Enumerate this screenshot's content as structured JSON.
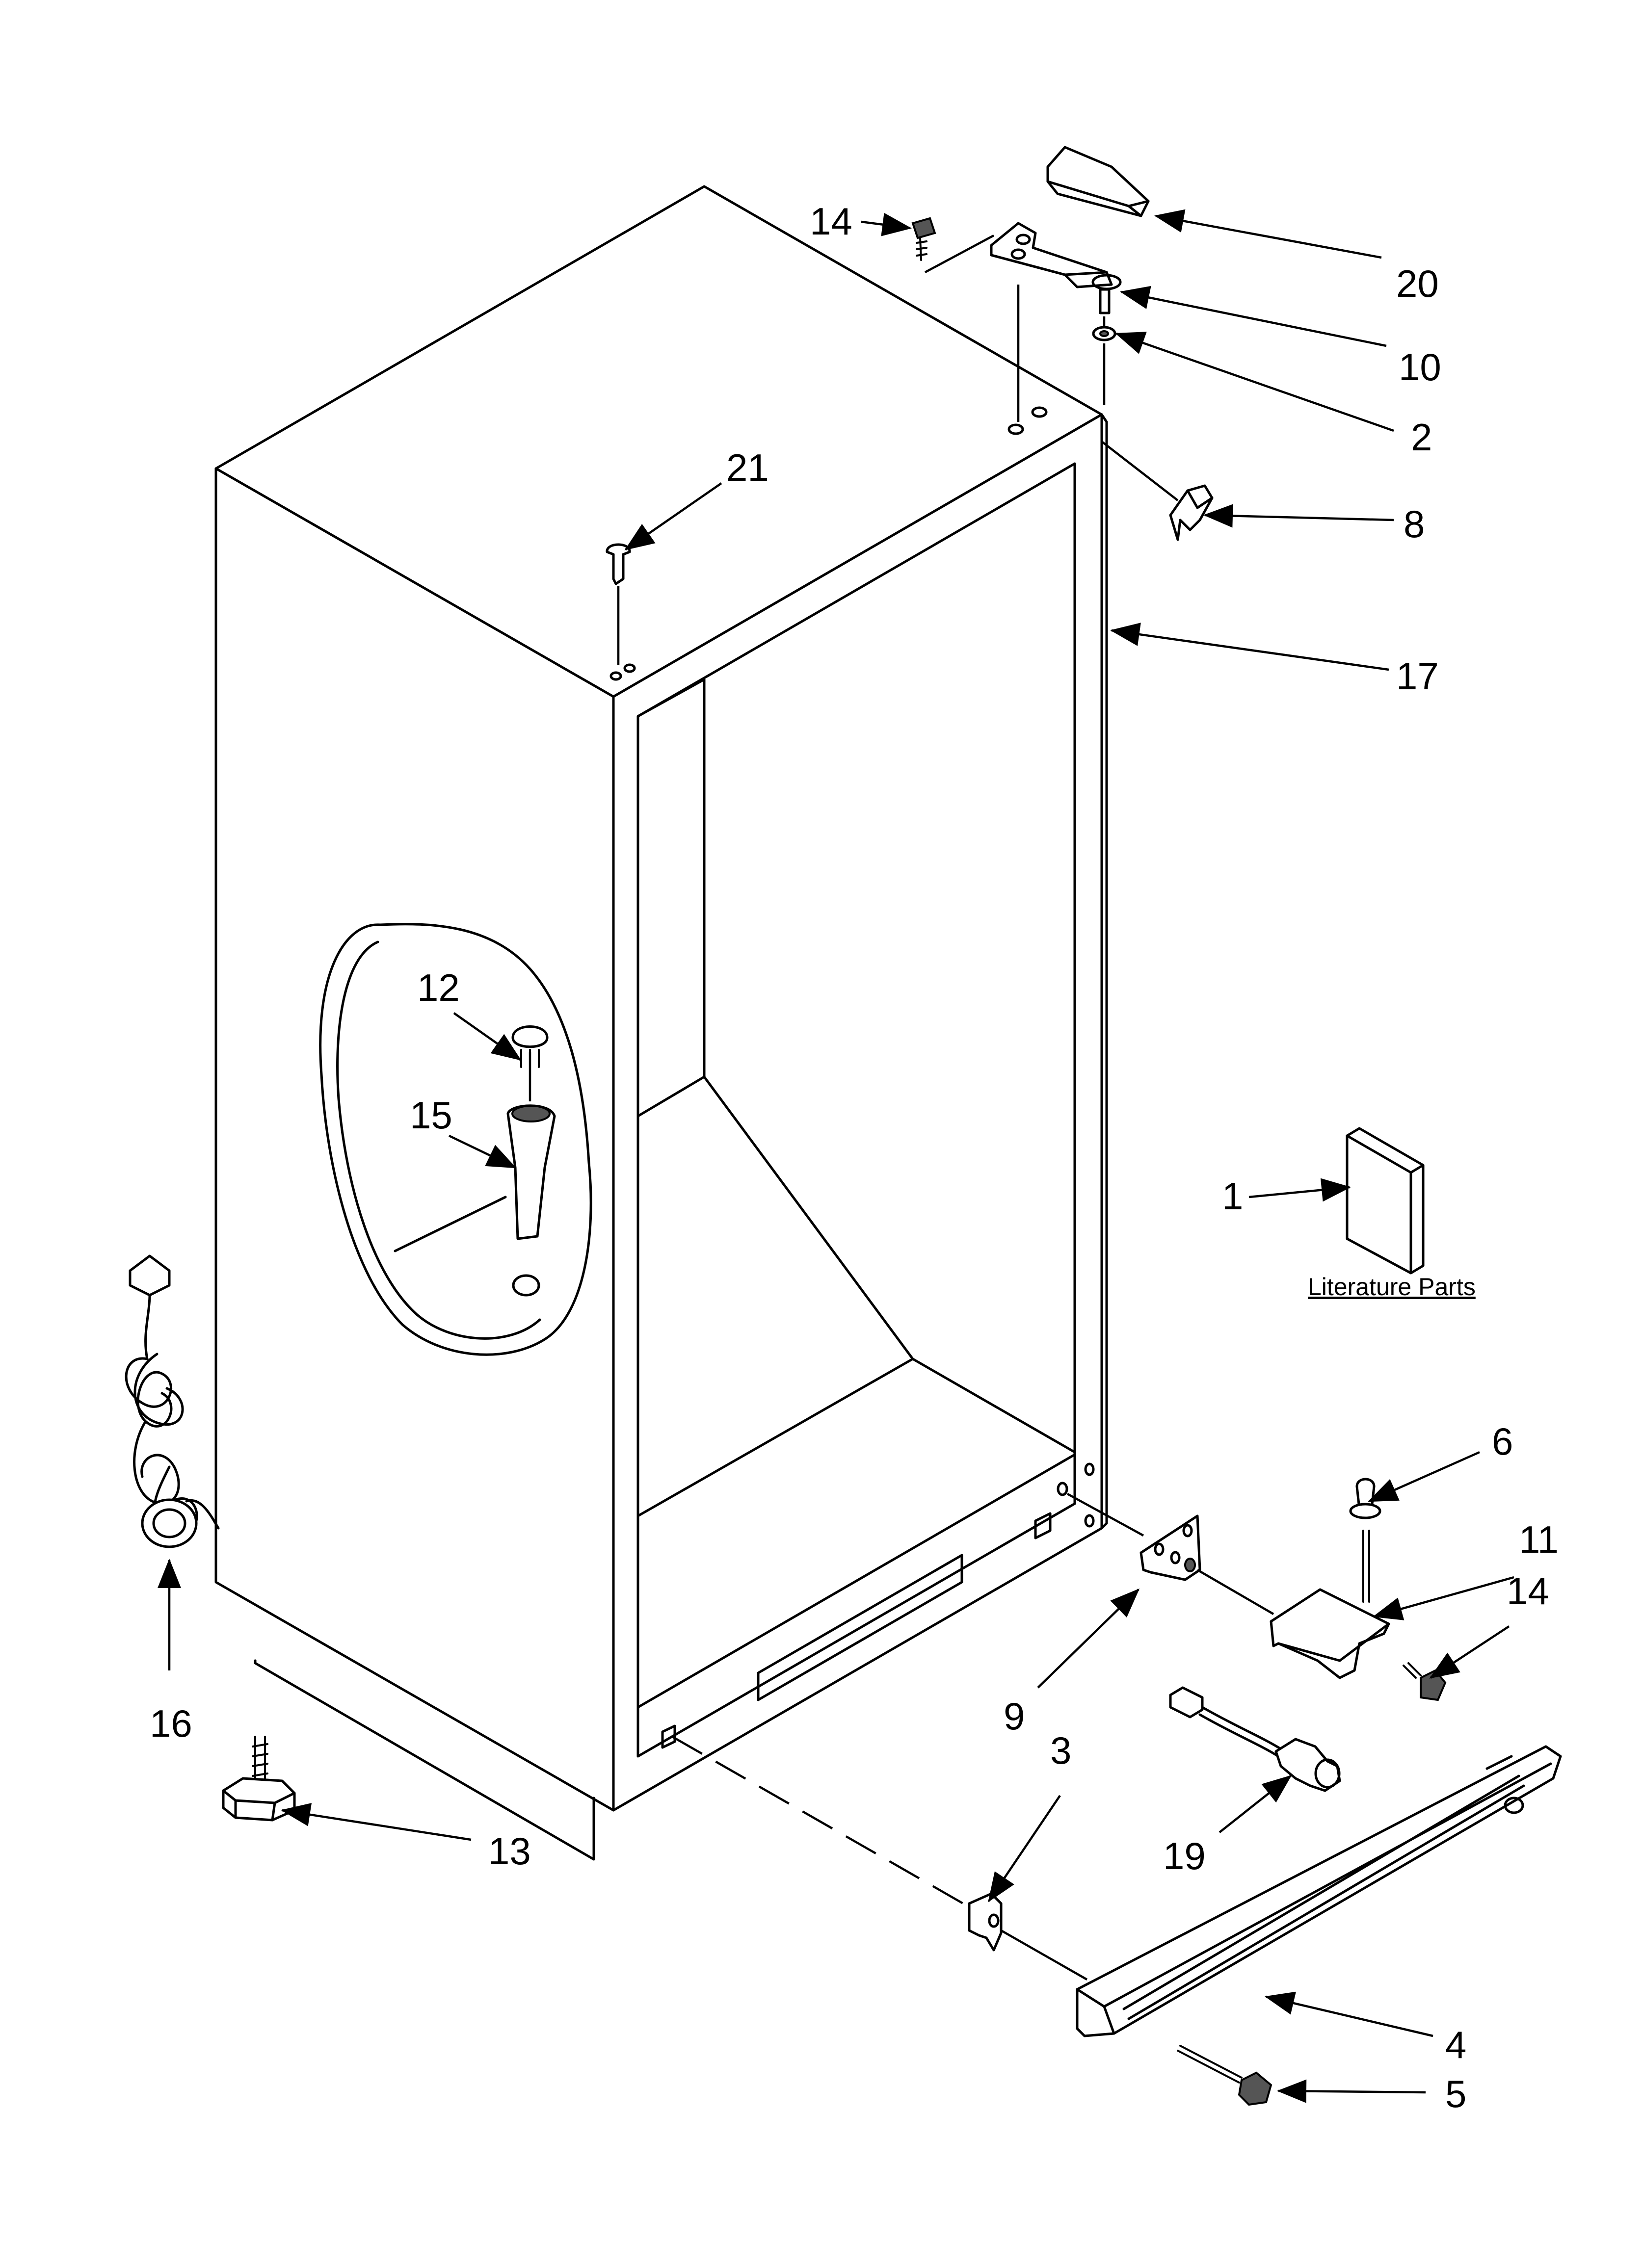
{
  "callouts": {
    "c1": "1",
    "c2": "2",
    "c3": "3",
    "c4": "4",
    "c5": "5",
    "c6": "6",
    "c8": "8",
    "c9": "9",
    "c10": "10",
    "c11": "11",
    "c12": "12",
    "c13": "13",
    "c14_top": "14",
    "c14_bottom": "14",
    "c15": "15",
    "c16": "16",
    "c17": "17",
    "c19": "19",
    "c20": "20",
    "c21": "21"
  },
  "literature_caption": "Literature Parts"
}
